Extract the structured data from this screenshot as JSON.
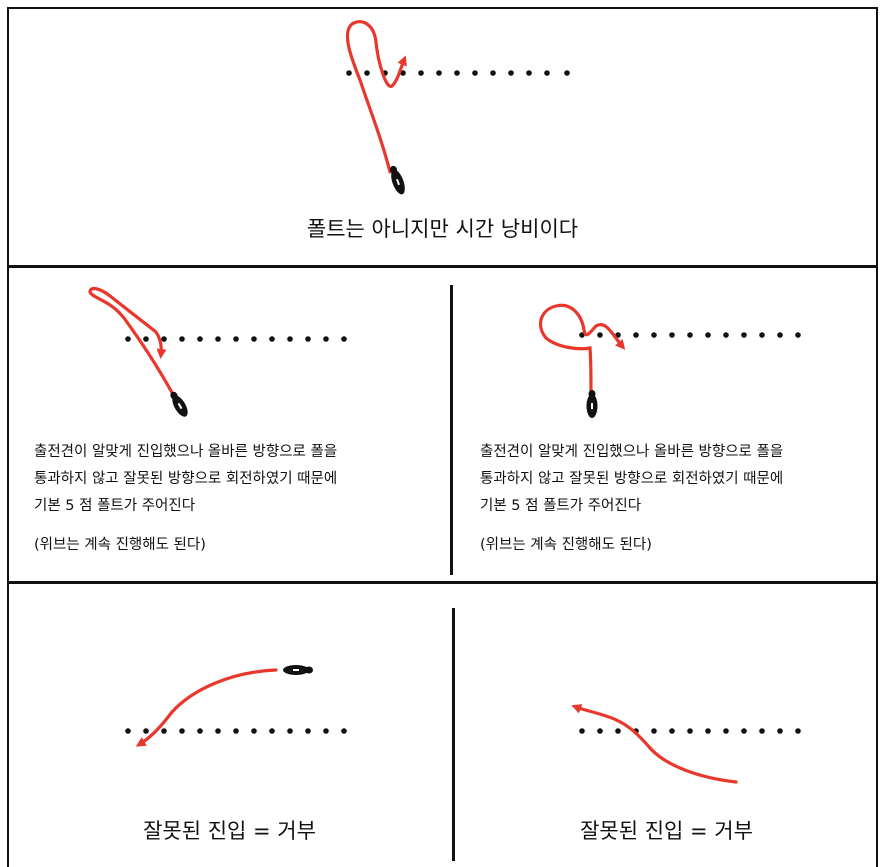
{
  "panel_top": {
    "caption": "폴트는 아니지만 시간 낭비이다"
  },
  "panel_mid_left": {
    "lines": [
      "출전견이 알맞게 진입했으나  올바른 방향으로  폴을",
      "통과하지 않고 잘못된 방향으로 회전하였기 때문에",
      "기본 5 점 폴트가 주어진다"
    ],
    "note": "(위브는 계속 진행해도 된다)"
  },
  "panel_mid_right": {
    "lines": [
      "출전견이 알맞게 진입했으나  올바른 방향으로  폴을",
      "통과하지 않고 잘못된 방향으로 회전하였기 때문에",
      "기본 5 점 폴트가 주어진다"
    ],
    "note": "(위브는 계속 진행해도 된다)"
  },
  "panel_bottom_left": {
    "caption": "잘못된 진입 = 거부"
  },
  "panel_bottom_right": {
    "caption": "잘못된 진입 = 거부"
  },
  "colors": {
    "path": "#e8382c",
    "pole": "#111111",
    "line": "#111111"
  },
  "icons": {
    "dog": "dog-topdown-icon",
    "pole": "weave-pole-icon"
  }
}
